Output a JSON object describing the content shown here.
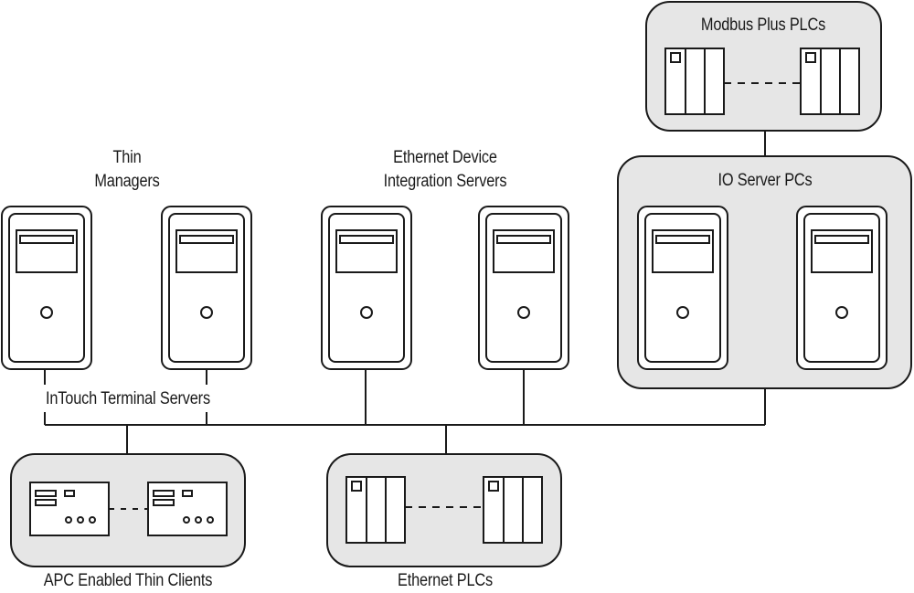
{
  "labels": {
    "modbus_plcs": "Modbus Plus PLCs",
    "io_server_pcs": "IO Server PCs",
    "thin_managers_line1": "Thin",
    "thin_managers_line2": "Managers",
    "ethernet_servers_line1": "Ethernet Device",
    "ethernet_servers_line2": "Integration Servers",
    "intouch_terminal_servers": "InTouch Terminal Servers",
    "apc_thin_clients": "APC Enabled Thin Clients",
    "ethernet_plcs": "Ethernet PLCs"
  },
  "colors": {
    "group_fill": "#e6e6e6",
    "stroke": "#1a1a1a",
    "device_fill": "#ffffff"
  },
  "icons": {
    "server": "server-tower-icon",
    "plc": "plc-rack-icon",
    "thin_client": "thin-client-icon"
  }
}
